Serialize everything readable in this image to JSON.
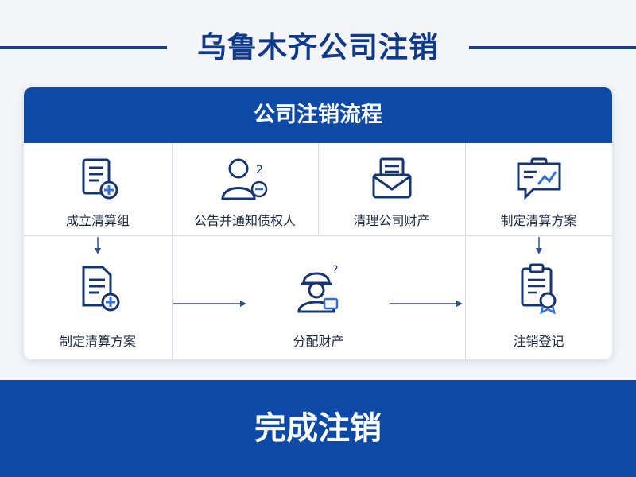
{
  "title": "乌鲁木齐公司注销",
  "process": {
    "header": "公司注销流程",
    "row1": [
      {
        "label": "成立清算组",
        "icon": "document-plus-icon"
      },
      {
        "label": "公告并通知债权人",
        "icon": "person-notify-icon"
      },
      {
        "label": "清理公司财产",
        "icon": "envelope-document-icon"
      },
      {
        "label": "制定清算方案",
        "icon": "chart-board-icon"
      }
    ],
    "row2": [
      {
        "label": "制定清算方案",
        "icon": "document-plus-icon"
      },
      {
        "label": "分配财产",
        "icon": "worker-helmet-icon"
      },
      {
        "label": "注销登记",
        "icon": "clipboard-seal-icon"
      }
    ]
  },
  "footer": "完成注销",
  "colors": {
    "primary": "#0d4aa8",
    "dark": "#15408f",
    "icon": "#16346f",
    "accent": "#2f6fd6"
  }
}
